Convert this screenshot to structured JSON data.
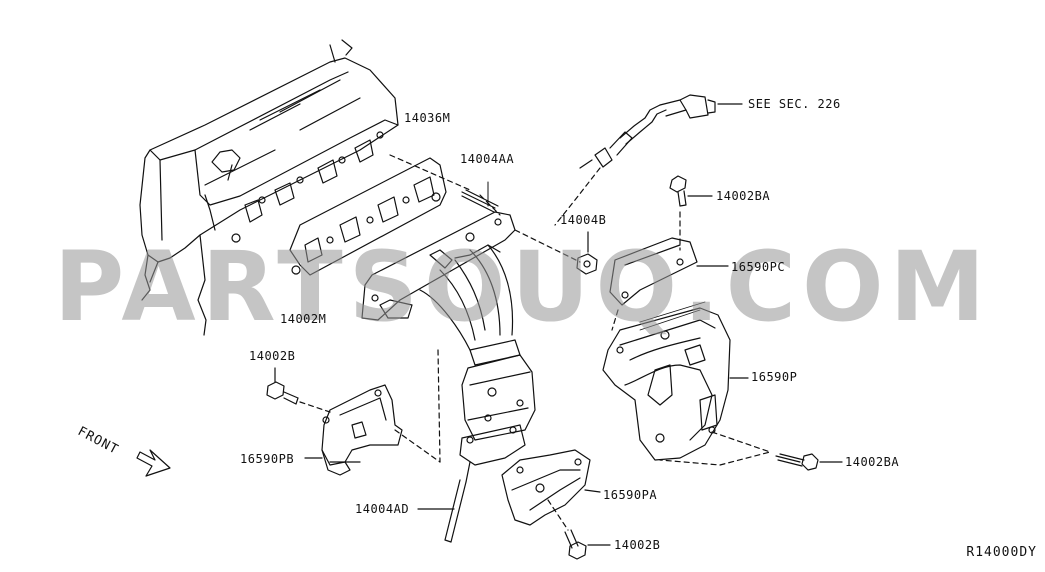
{
  "watermark": "PARTSOUQ.COM",
  "front_label": "FRONT",
  "diagram_code": "R14000DY",
  "callouts": {
    "see_sec": "SEE SEC. 226",
    "p14036M": "14036M",
    "p14004AA": "14004AA",
    "p14004B": "14004B",
    "p14002BA_top": "14002BA",
    "p16590PC": "16590PC",
    "p14002M": "14002M",
    "p16590P": "16590P",
    "p14002B_left": "14002B",
    "p16590PB": "16590PB",
    "p14002BA_bottom": "14002BA",
    "p16590PA": "16590PA",
    "p14004AD": "14004AD",
    "p14002B_bottom": "14002B"
  },
  "colors": {
    "line": "#111111",
    "watermark": "#969696"
  }
}
